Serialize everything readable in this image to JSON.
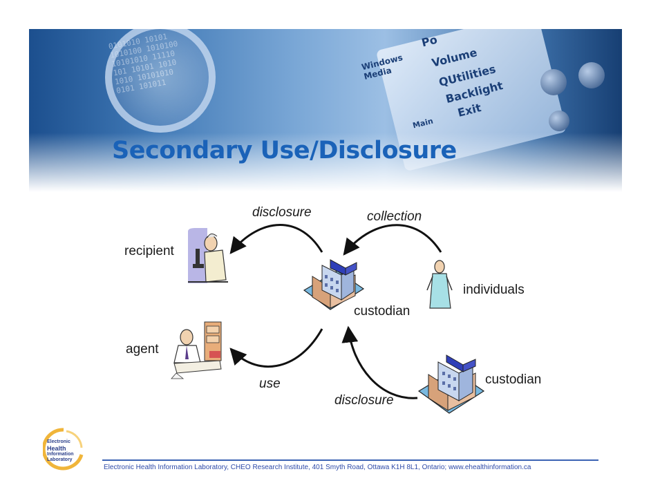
{
  "banner": {
    "device_lines": [
      "Po",
      "Volume",
      "QUtilities",
      "Backlight",
      "Exit"
    ],
    "media_label": "Windows Media",
    "main_label": "Main"
  },
  "slide": {
    "title": "Secondary Use/Disclosure"
  },
  "diagram": {
    "nodes": {
      "recipient": "recipient",
      "agent": "agent",
      "custodian_center": "custodian",
      "individuals": "individuals",
      "custodian_other": "custodian"
    },
    "edges": {
      "disclosure_top": "disclosure",
      "collection": "collection",
      "use": "use",
      "disclosure_bottom": "disclosure"
    }
  },
  "logo": {
    "lines": [
      "Electronic",
      "Health",
      "Information",
      "Laboratory"
    ]
  },
  "footer": {
    "text": "Electronic Health Information Laboratory, CHEO Research Institute, 401 Smyth Road, Ottawa K1H 8L1, Ontario; www.ehealthinformation.ca"
  },
  "colors": {
    "title": "#1a62b8",
    "rule": "#3a62b3",
    "arrow": "#111111"
  }
}
